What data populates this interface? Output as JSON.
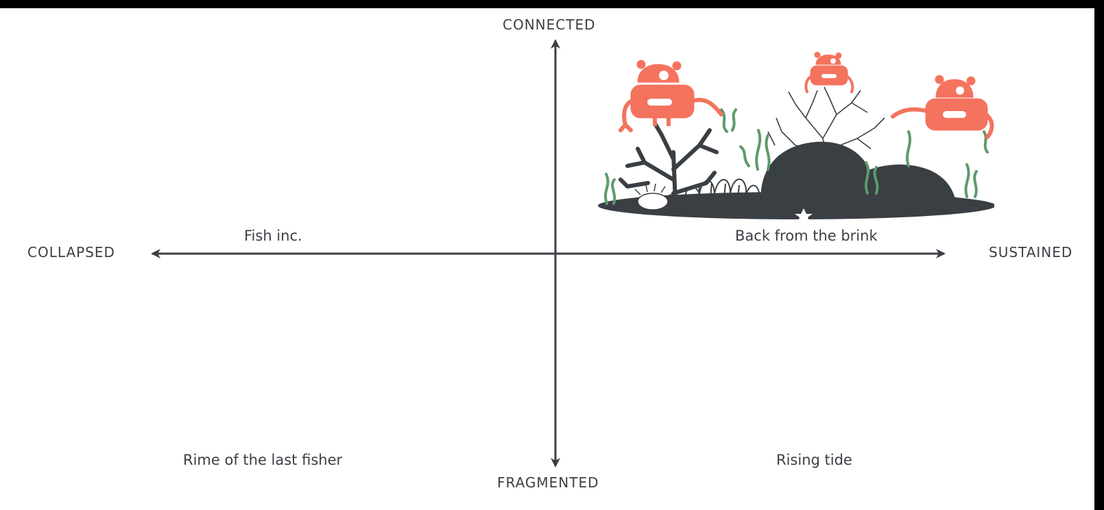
{
  "axes": {
    "top": "CONNECTED",
    "bottom": "FRAGMENTED",
    "left": "COLLAPSED",
    "right": "SUSTAINED"
  },
  "scenarios": {
    "top_left": "Fish inc.",
    "top_right": "Back from the brink",
    "bottom_left": "Rime of the last fisher",
    "bottom_right": "Rising tide"
  },
  "colors": {
    "axis": "#3a3f44",
    "robot": "#f4735e",
    "reef": "#3a3f44",
    "seaweed": "#5d9a6b"
  },
  "illustration": {
    "icons": [
      "robot-icon",
      "robot-icon",
      "robot-icon",
      "coral-icon",
      "seaweed-icon",
      "sea-urchin-icon",
      "starfish-icon",
      "rock-icon"
    ]
  }
}
